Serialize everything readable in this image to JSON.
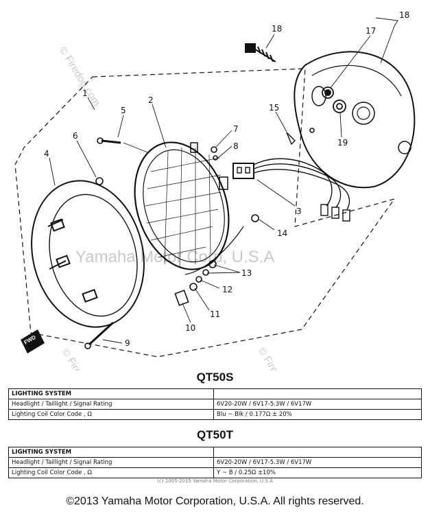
{
  "watermark_top": "© Firedog.com",
  "watermark_center": "Yamaha Motor Corp, U.S.A",
  "watermark_left": "© Firedog.com",
  "watermark_right": "© Firedog.com",
  "callouts": [
    "18",
    "18",
    "17",
    "1",
    "2",
    "5",
    "6",
    "7",
    "8",
    "15",
    "19",
    "4",
    "3",
    "14",
    "13",
    "12",
    "11",
    "10",
    "9"
  ],
  "fwd_label": "FWD",
  "sections": [
    {
      "model": "QT50S",
      "table_header": "LIGHTING SYSTEM",
      "rows": [
        {
          "label": "Headlight / Taillight / Signal Rating",
          "value": "6V20-20W / 6V17-5.3W / 6V17W"
        },
        {
          "label": "Lighting Coil Color Code , Ω",
          "value": "Blu ~ Blk / 0.177Ω ± 20%"
        }
      ]
    },
    {
      "model": "QT50T",
      "table_header": "LIGHTING SYSTEM",
      "rows": [
        {
          "label": "Headlight / Taillight / Signal Rating",
          "value": "6V20-20W / 6V17-5.3W / 6V17W"
        },
        {
          "label": "Lighting Coil Color Code , Ω",
          "value": "Y ~ B / 0.25Ω ±10%"
        }
      ]
    }
  ],
  "small_copyright": "(c) 2005-2015 Yamaha Motor Corporation, U.S.A",
  "footer": "©2013 Yamaha Motor Corporation, U.S.A. All rights reserved."
}
